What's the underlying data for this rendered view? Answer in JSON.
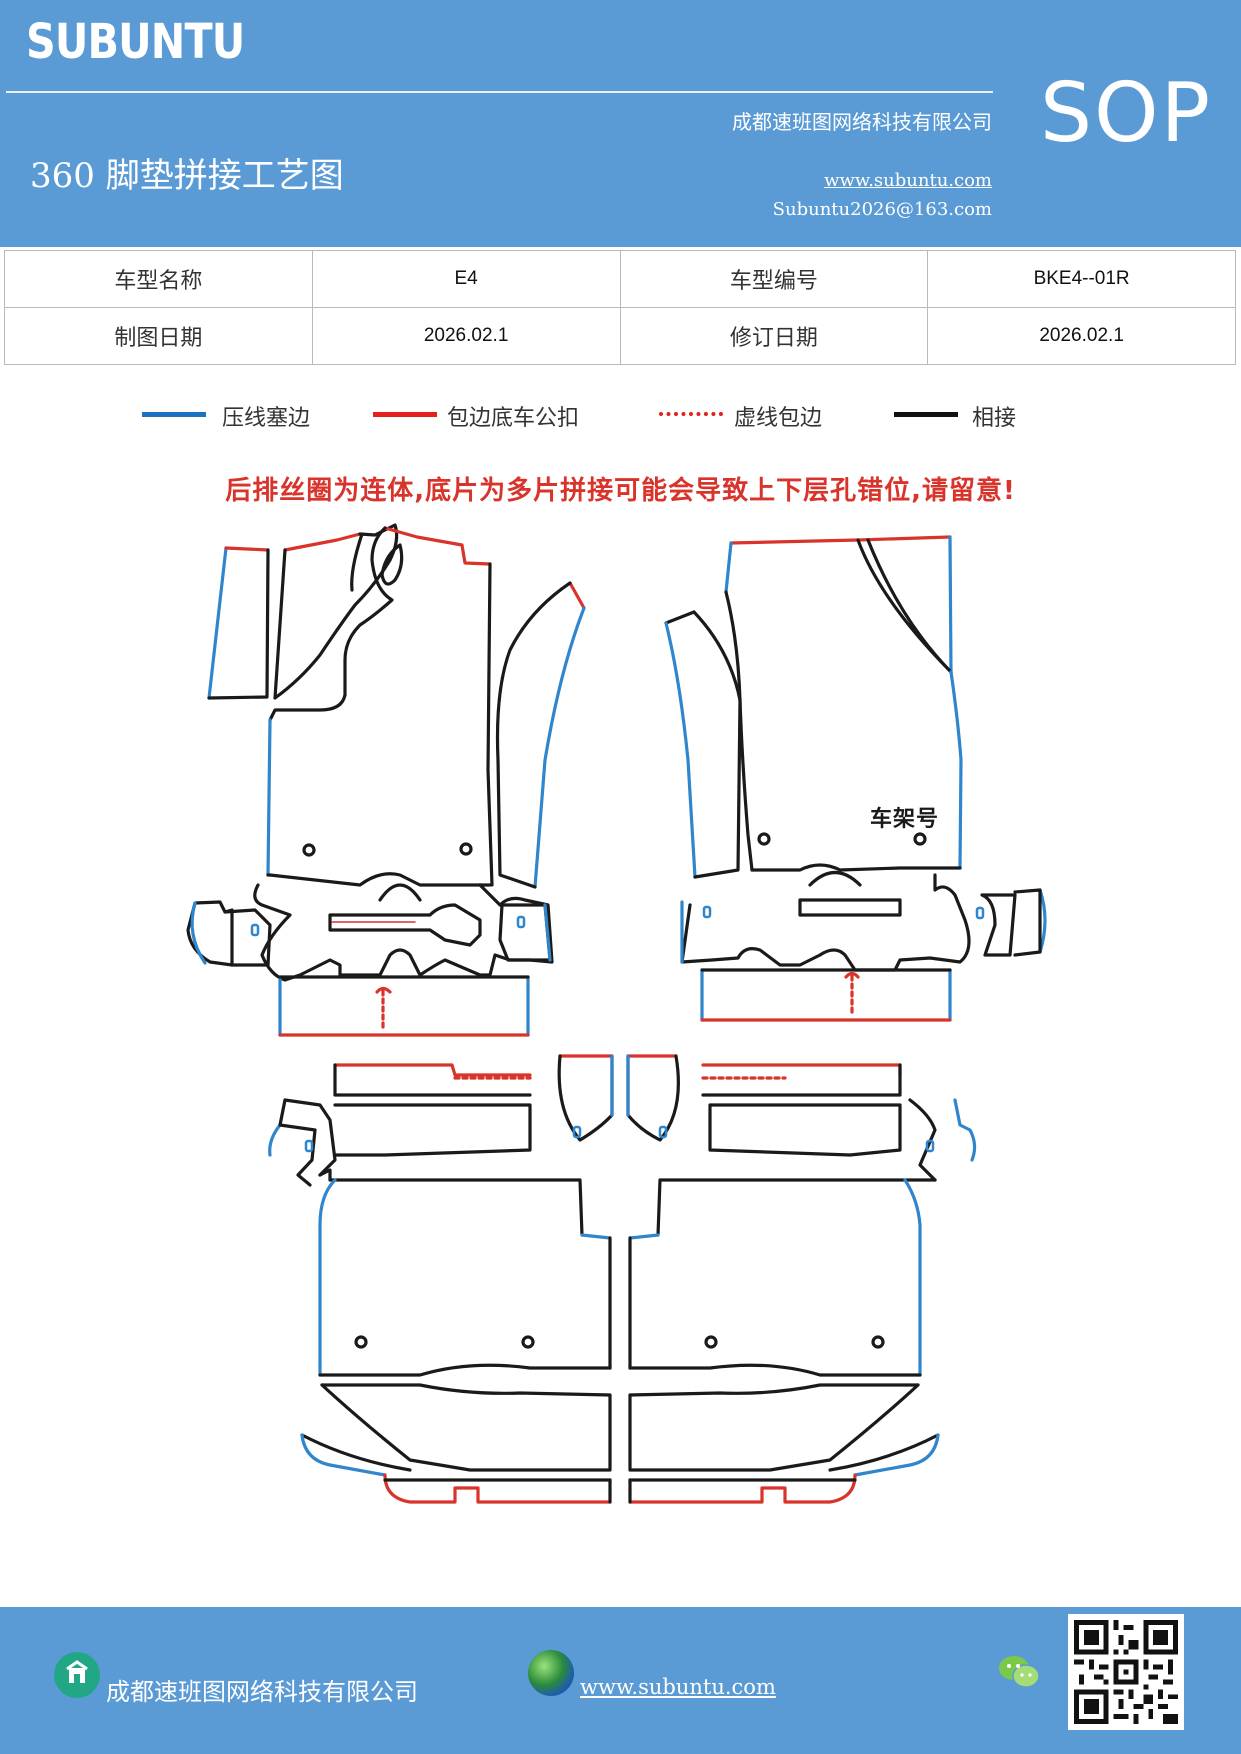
{
  "header": {
    "brand": "SUBUNTU",
    "badge": "SOP",
    "title": "360 脚垫拼接工艺图",
    "company": "成都速班图网络科技有限公司",
    "website": "www.subuntu.com",
    "email": "Subuntu2026@163.com"
  },
  "info": {
    "model_name_label": "车型名称",
    "model_name": "E4",
    "model_code_label": "车型编号",
    "model_code": "BKE4--01R",
    "draw_date_label": "制图日期",
    "draw_date": "2026.02.1",
    "revise_date_label": "修订日期",
    "revise_date": "2026.02.1"
  },
  "legend": [
    {
      "label": "压线塞边",
      "color": "#1a73c0",
      "style": "solid"
    },
    {
      "label": "包边底车公扣",
      "color": "#e3201b",
      "style": "solid"
    },
    {
      "label": "虚线包边",
      "color": "#e3201b",
      "style": "dashed"
    },
    {
      "label": "相接",
      "color": "#111111",
      "style": "solid"
    }
  ],
  "warning": "后排丝圈为连体,底片为多片拼接可能会导致上下层孔错位,请留意!",
  "diagram": {
    "frame_number_label": "车架号",
    "colors": {
      "blue": "#2f86cc",
      "red": "#d9342b",
      "black": "#1a1a1a"
    }
  },
  "footer": {
    "company": "成都速班图网络科技有限公司",
    "website": "www.subuntu.com ",
    "icons": [
      "building-icon",
      "globe-icon",
      "wechat-icon",
      "qr-code"
    ]
  }
}
